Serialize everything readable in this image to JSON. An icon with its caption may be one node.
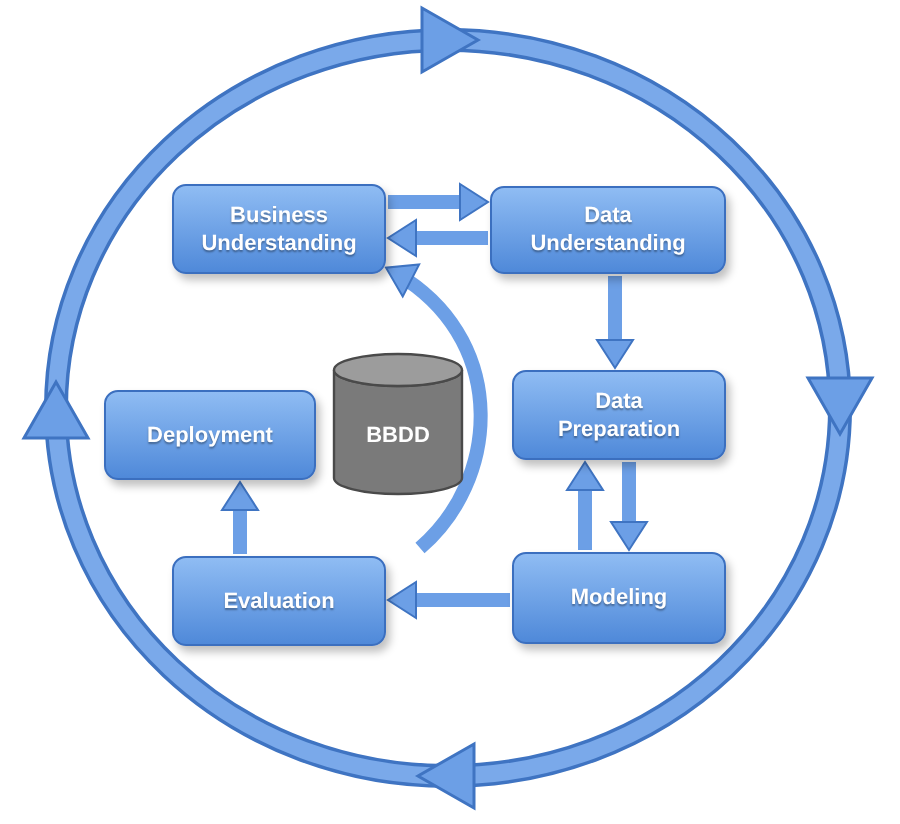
{
  "diagram": {
    "nodes": [
      {
        "text": [
          "Business Understanding"
        ]
      },
      {
        "text": [
          "Data Understanding"
        ]
      },
      {
        "text": [
          "Deployment"
        ]
      },
      {
        "text": [
          "BBDD"
        ]
      },
      {
        "text": [
          "Data Preparation"
        ]
      },
      {
        "text": [
          "Evaluation"
        ]
      },
      {
        "text": [
          "Modeling"
        ]
      }
    ],
    "edges": [
      {
        "from": 0,
        "to": 1,
        "arrow": "to"
      },
      {
        "from": 1,
        "to": 0,
        "arrow": "to"
      },
      {
        "from": 1,
        "to": 4,
        "arrow": "to"
      },
      {
        "from": 4,
        "to": 6,
        "arrow": "to"
      },
      {
        "from": 6,
        "to": 4,
        "arrow": "to"
      },
      {
        "from": 6,
        "to": 5,
        "arrow": "to"
      },
      {
        "from": 5,
        "to": 2,
        "arrow": "to"
      },
      {
        "from": null,
        "to": 0,
        "arrow": "to"
      }
    ]
  }
}
